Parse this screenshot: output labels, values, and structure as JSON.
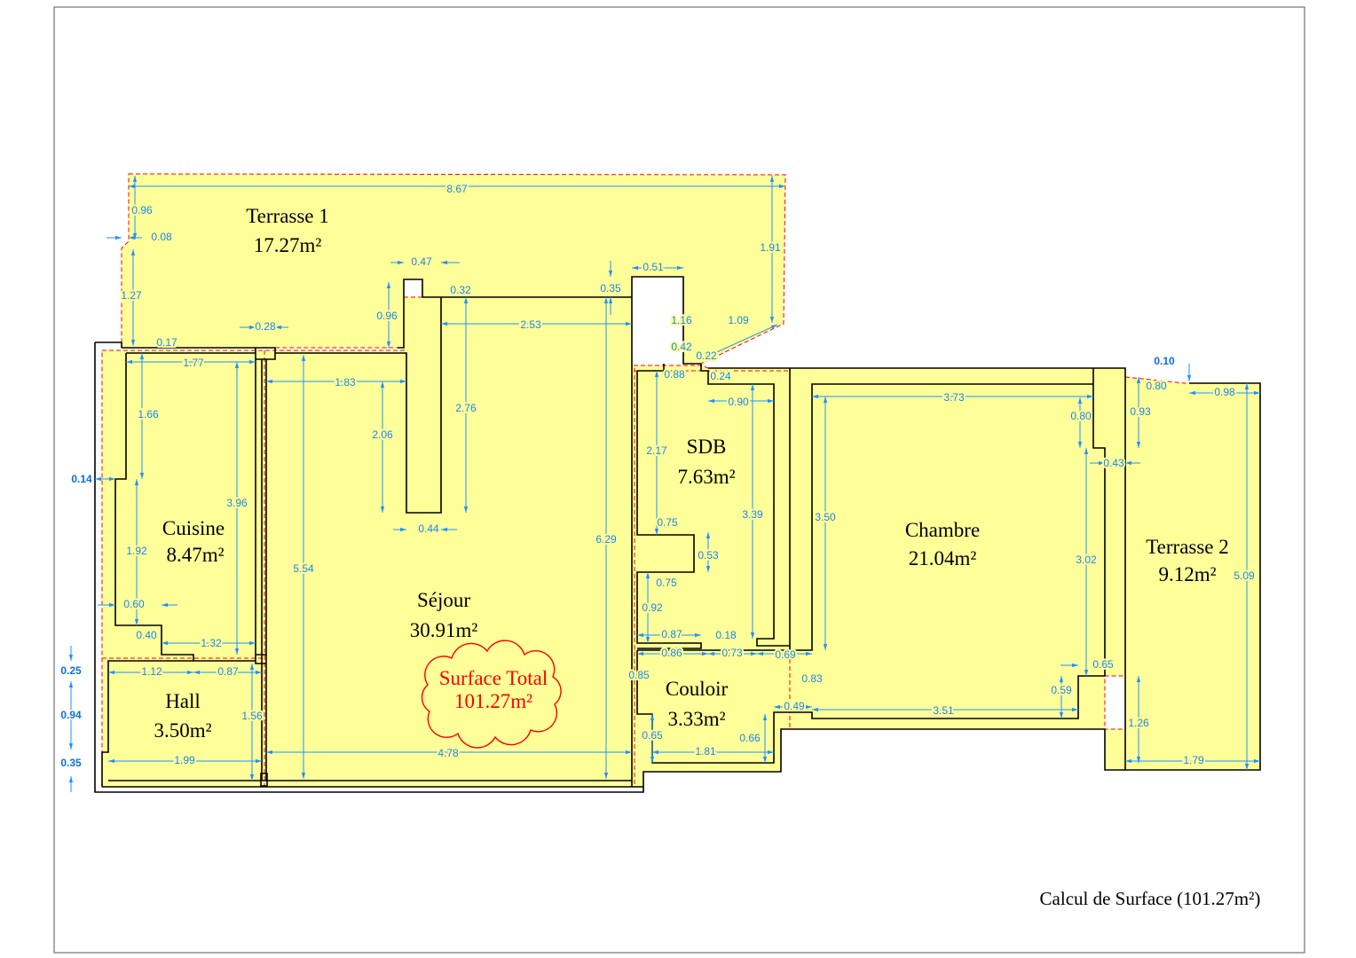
{
  "rooms": [
    {
      "name": "Terrasse 1",
      "area": "17.27m²"
    },
    {
      "name": "Cuisine",
      "area": "8.47m²"
    },
    {
      "name": "Séjour",
      "area": "30.91m²"
    },
    {
      "name": "Hall",
      "area": "3.50m²"
    },
    {
      "name": "SDB",
      "area": "7.63m²"
    },
    {
      "name": "Couloir",
      "area": "3.33m²"
    },
    {
      "name": "Chambre",
      "area": "21.04m²"
    },
    {
      "name": "Terrasse 2",
      "area": "9.12m²"
    }
  ],
  "surface_total": {
    "label": "Surface Total",
    "value": "101.27m²"
  },
  "caption": "Calcul de Surface (101.27m²)",
  "dimensions": [
    "8.67",
    "0.96",
    "0.08",
    "1.27",
    "0.17",
    "0.28",
    "0.47",
    "0.32",
    "0.96",
    "2.53",
    "0.35",
    "0.51",
    "1.16",
    "1.09",
    "1.91",
    "0.42",
    "0.22",
    "1.77",
    "1.83",
    "0.88",
    "0.24",
    "0.90",
    "3.73",
    "0.80",
    "0.98",
    "0.93",
    "0.80",
    "1.66",
    "2.06",
    "2.76",
    "2.17",
    "0.43",
    "3.96",
    "3.39",
    "3.50",
    "0.75",
    "0.44",
    "1.92",
    "6.29",
    "0.53",
    "3.02",
    "5.54",
    "5.09",
    "0.75",
    "0.60",
    "0.92",
    "0.40",
    "0.87",
    "0.18",
    "1.32",
    "0.86",
    "0.73",
    "0.69",
    "1.12",
    "0.87",
    "0.65",
    "0.85",
    "0.83",
    "0.59",
    "0.49",
    "3.51",
    "1.56",
    "1.26",
    "0.65",
    "0.66",
    "1.81",
    "4.78",
    "1.99",
    "1.79"
  ],
  "outer_dimensions": [
    "0.14",
    "0.25",
    "0.94",
    "0.35",
    "0.10"
  ],
  "colors": {
    "fill": "#ffff99",
    "outline": "#ff0000",
    "dimension": "#1e90ff",
    "walls": "#000000"
  }
}
